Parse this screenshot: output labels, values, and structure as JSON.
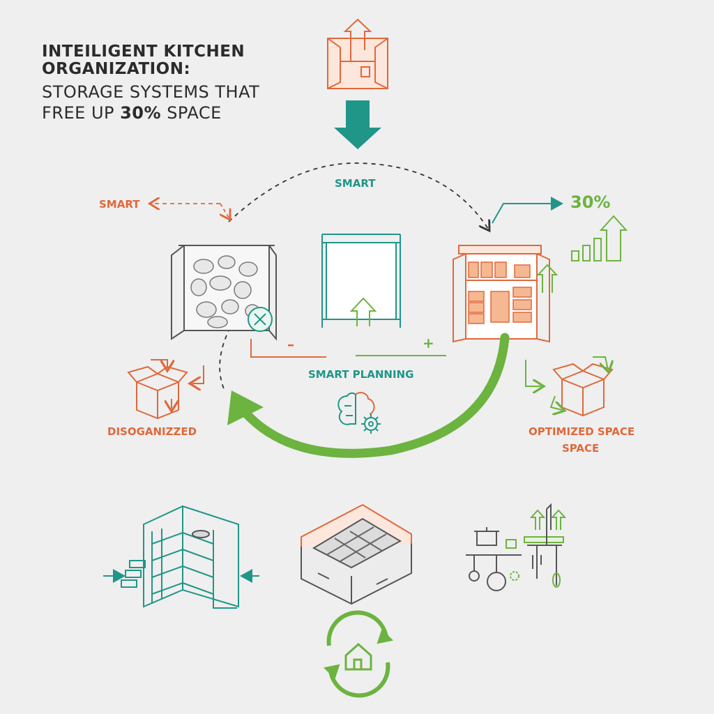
{
  "title": {
    "line1": "INTEILIGENT KITCHEN",
    "line2": "ORGANIZATION:",
    "line3": "STORAGE SYSTEMS THAT",
    "line4_prefix": "FREE UP ",
    "line4_emphasis": "30%",
    "line4_suffix": " SPACE"
  },
  "labels": {
    "smart_top": "SMART",
    "smart_left": "SMART",
    "percent": "30%",
    "minus": "–",
    "plus": "+",
    "smart_planning": "SMART PLANNING",
    "disorganized": "DISOGANIZZED",
    "optimized_line1": "OPTIMIZED SPACE",
    "optimized_line2": "SPACE"
  },
  "colors": {
    "teal": "#1f9688",
    "orange": "#e0683a",
    "green": "#6cb33f",
    "gray": "#555555",
    "background": "#efefef"
  },
  "icons": [
    "cabinet-up-arrow-icon",
    "down-arrow-icon",
    "messy-cabinet-icon",
    "x-circle-icon",
    "empty-shelf-icon",
    "organized-cabinet-icon",
    "growth-bars-icon",
    "box-arrows-icon",
    "brain-gear-icon",
    "corner-cabinet-icon",
    "drawer-organizer-icon",
    "hanging-utensils-icon",
    "recycle-home-icon"
  ]
}
